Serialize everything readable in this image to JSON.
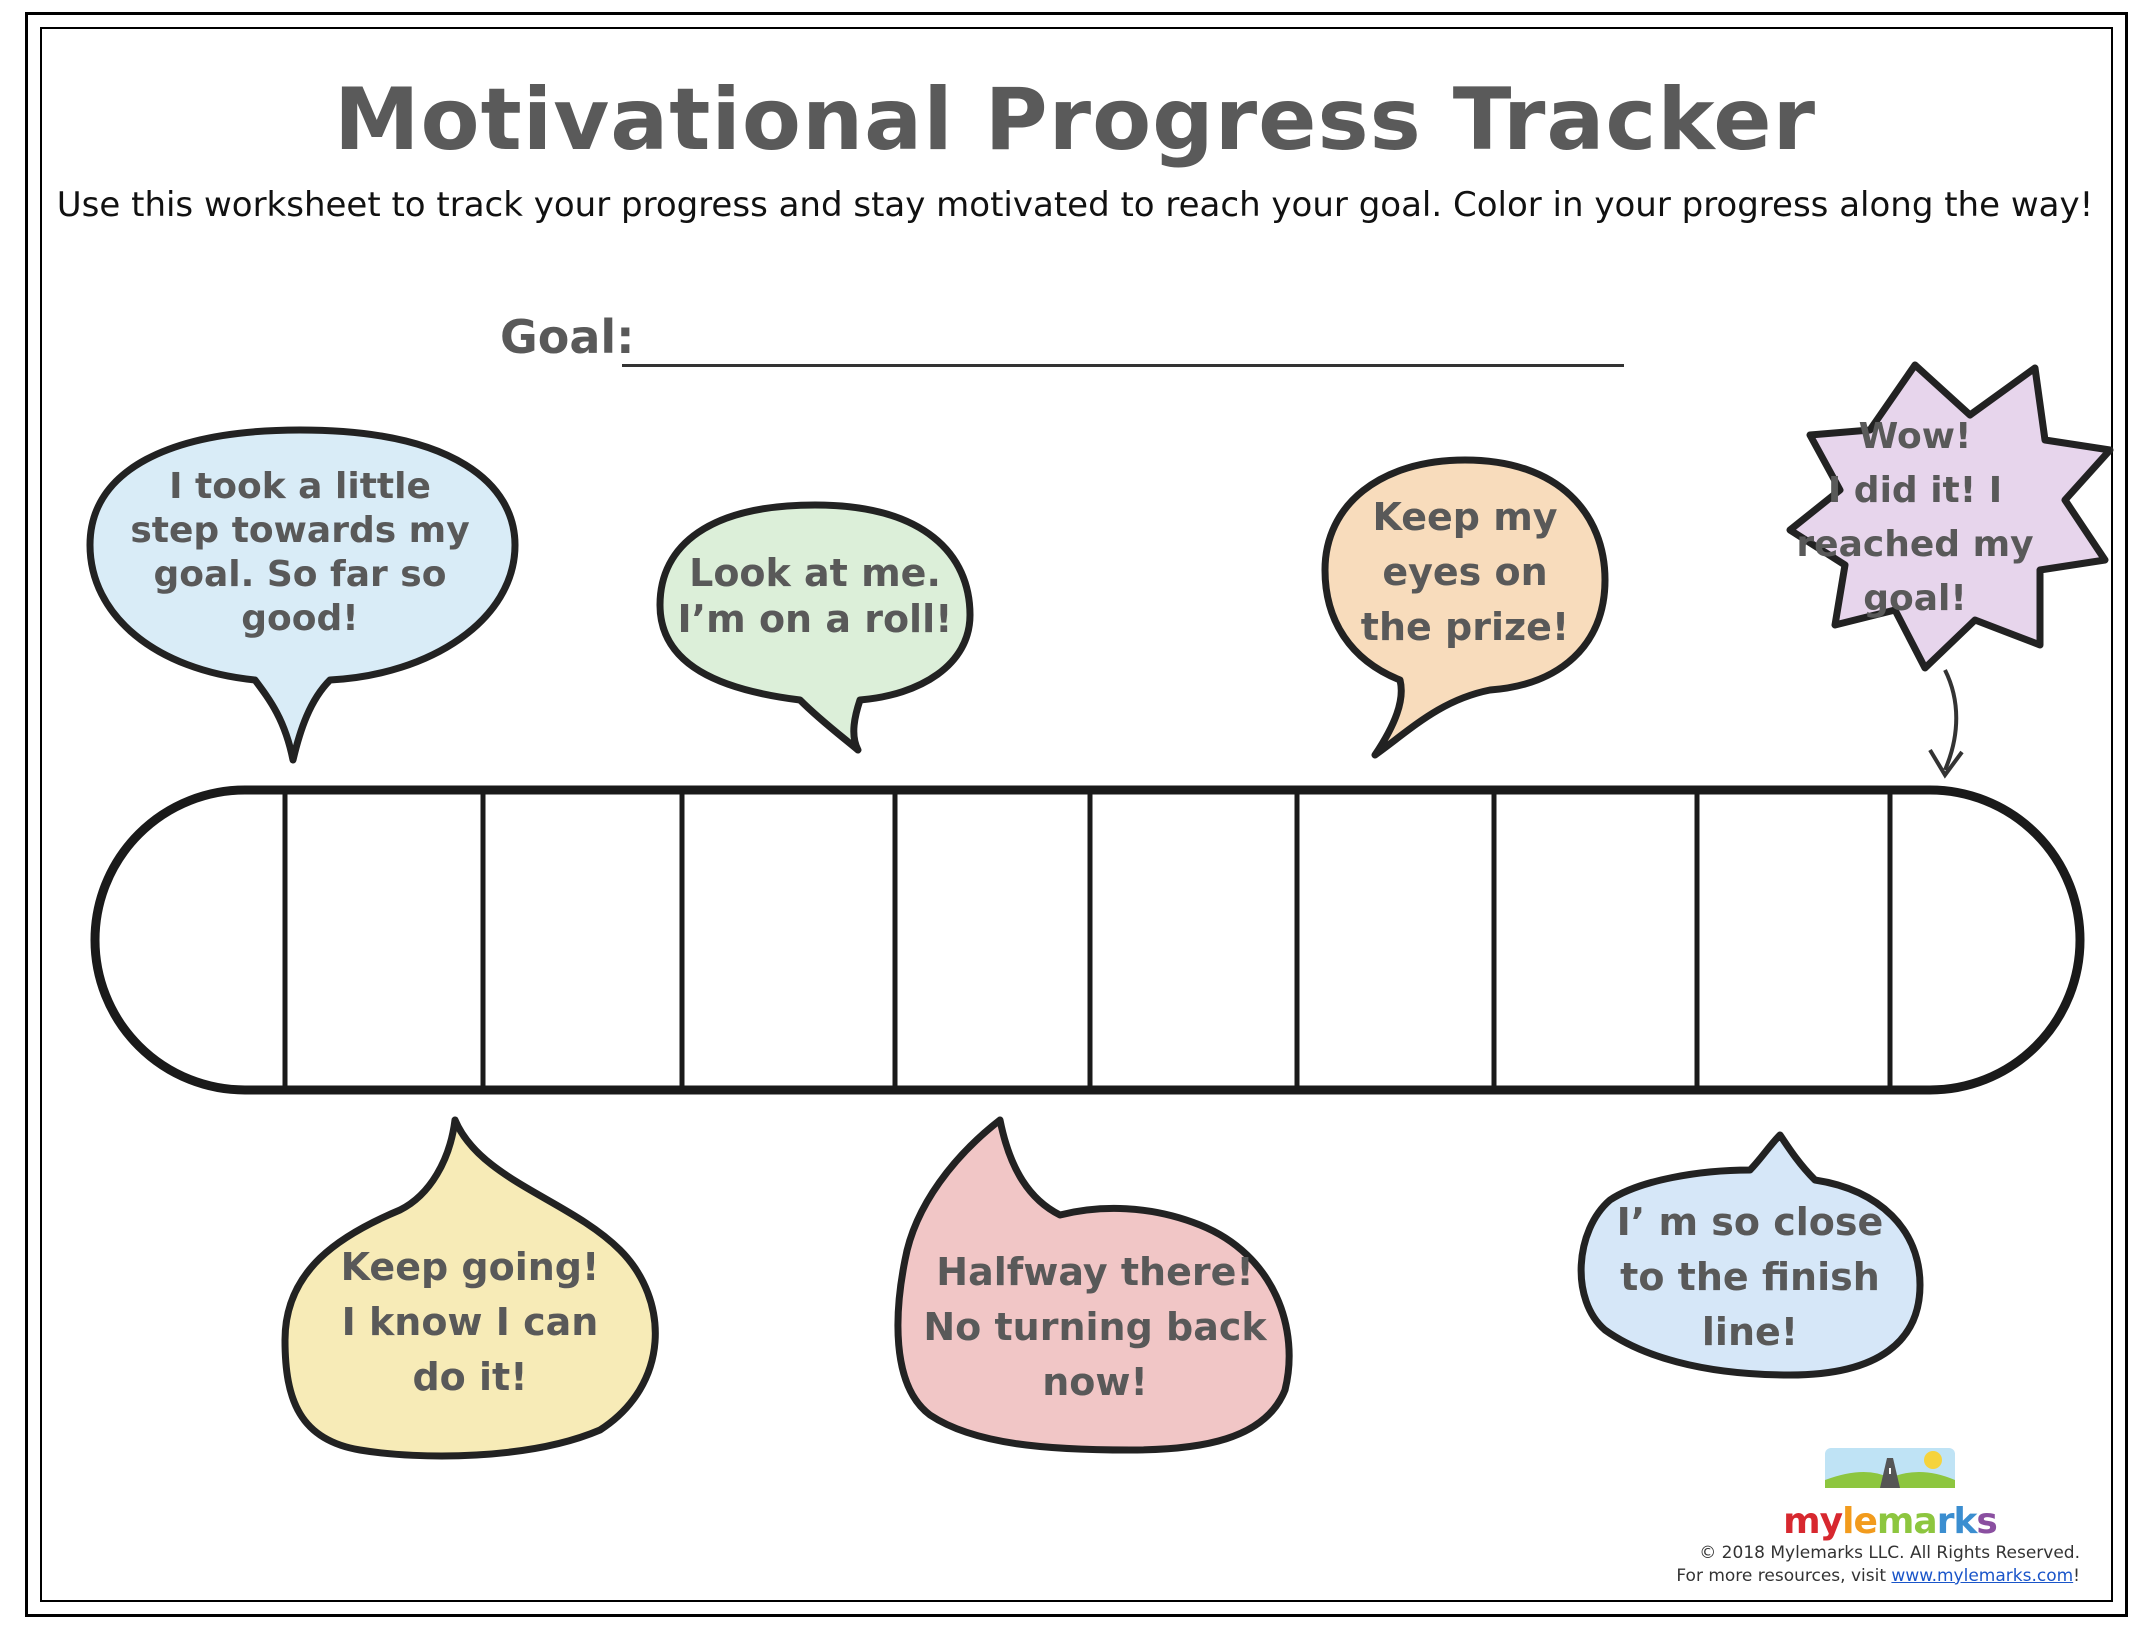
{
  "header": {
    "title": "Motivational Progress Tracker",
    "subtitle": "Use this worksheet to track your progress and stay motivated to reach your goal. Color in your progress along the way!"
  },
  "goal": {
    "label": "Goal:"
  },
  "tracker": {
    "segments_total": 10,
    "segments_filled": 0
  },
  "bubbles": [
    {
      "lines": [
        "I took a little",
        "step towards my",
        "goal. So far so",
        "good!"
      ],
      "color": "#d9ecf7"
    },
    {
      "lines": [
        "Look at me.",
        "I’m on a roll!"
      ],
      "color": "#dcefd9"
    },
    {
      "lines": [
        "Keep my",
        "eyes on",
        "the prize!"
      ],
      "color": "#f8dcbc"
    },
    {
      "lines": [
        "Wow!",
        "I did it! I",
        "reached my",
        "goal!"
      ],
      "color": "#e7d5ec"
    },
    {
      "lines": [
        "Keep going!",
        "I know I can",
        "do it!"
      ],
      "color": "#f7ebb7"
    },
    {
      "lines": [
        "Halfway there!",
        "No turning back",
        "now!"
      ],
      "color": "#f1c6c6"
    },
    {
      "lines": [
        "I’ m so close",
        "to the finish",
        "line!"
      ],
      "color": "#d6e7f8"
    }
  ],
  "footer": {
    "logo_parts": [
      "my",
      "le",
      "ma",
      "rk",
      "s"
    ],
    "copyright": "© 2018 Mylemarks LLC. All Rights Reserved.",
    "resources_prefix": "For more resources, visit ",
    "resources_link": "www.mylemarks.com",
    "resources_suffix": "!"
  }
}
